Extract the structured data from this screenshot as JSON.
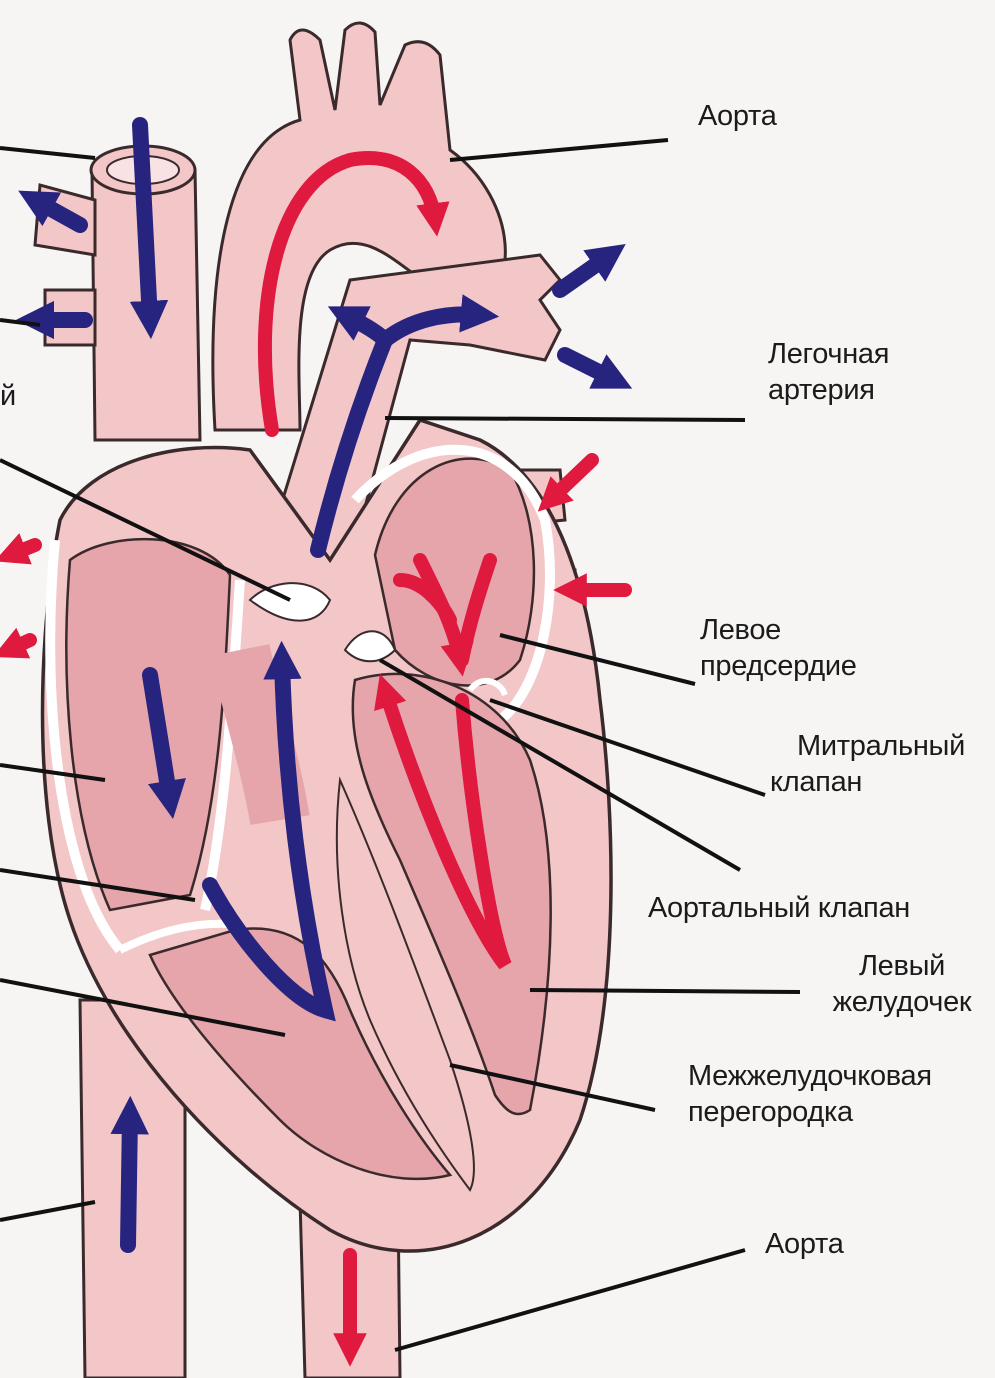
{
  "colors": {
    "tissue": "#f3c6c8",
    "chamber": "#e6a4ab",
    "outline": "#3a2a2c",
    "oxygen_rich": "#e0193f",
    "oxygen_poor": "#27247f",
    "leader": "#111111",
    "background": "#f7f5f4"
  },
  "labels": {
    "aorta_top": "Аорта",
    "pulmonary_artery": [
      "Легочная",
      "артерия"
    ],
    "left_atrium": [
      "Левое",
      "предсердие"
    ],
    "mitral_valve": [
      "Митральный",
      "клапан"
    ],
    "aortic_valve": "Аортальный клапан",
    "left_ventricle": [
      "Левый",
      "желудочек"
    ],
    "septum": [
      "Межжелудочковая",
      "перегородка"
    ],
    "aorta_bottom": "Аорта",
    "cut_fragment": "й"
  }
}
